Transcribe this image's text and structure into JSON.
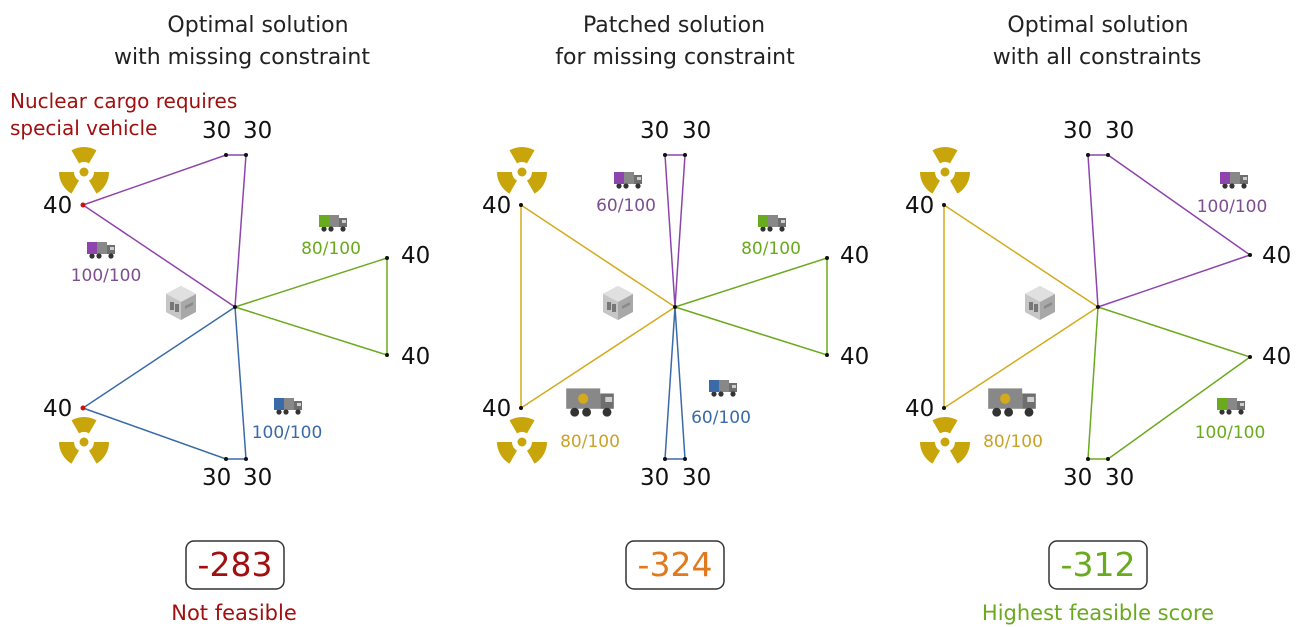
{
  "colors": {
    "purple": "#8e44ad",
    "purple_label": "#7d4f8f",
    "green": "#6aaa1e",
    "blue": "#3a6aa8",
    "yellow": "#c9a227",
    "red": "#a01010",
    "orange": "#e07a1f",
    "nuclear": "#c9a50c"
  },
  "panels": [
    {
      "title": [
        "Optimal solution",
        "with missing constraint"
      ],
      "note": [
        "Nuclear cargo requires",
        "special vehicle"
      ],
      "nodes": [
        "40",
        "30",
        "30",
        "40",
        "40",
        "30",
        "30",
        "40"
      ],
      "loads": [
        "100/100",
        "80/100",
        "100/100"
      ],
      "score": "-283",
      "status": "Not feasible"
    },
    {
      "title": [
        "Patched solution",
        "for missing constraint"
      ],
      "nodes": [
        "40",
        "30",
        "30",
        "40",
        "40",
        "30",
        "30",
        "40"
      ],
      "loads": [
        "60/100",
        "80/100",
        "80/100",
        "60/100"
      ],
      "score": "-324",
      "status": ""
    },
    {
      "title": [
        "Optimal solution",
        "with all constraints"
      ],
      "nodes": [
        "40",
        "30",
        "30",
        "40",
        "40",
        "30",
        "30",
        "40"
      ],
      "loads": [
        "100/100",
        "80/100",
        "100/100"
      ],
      "score": "-312",
      "status": "Highest feasible score"
    }
  ]
}
